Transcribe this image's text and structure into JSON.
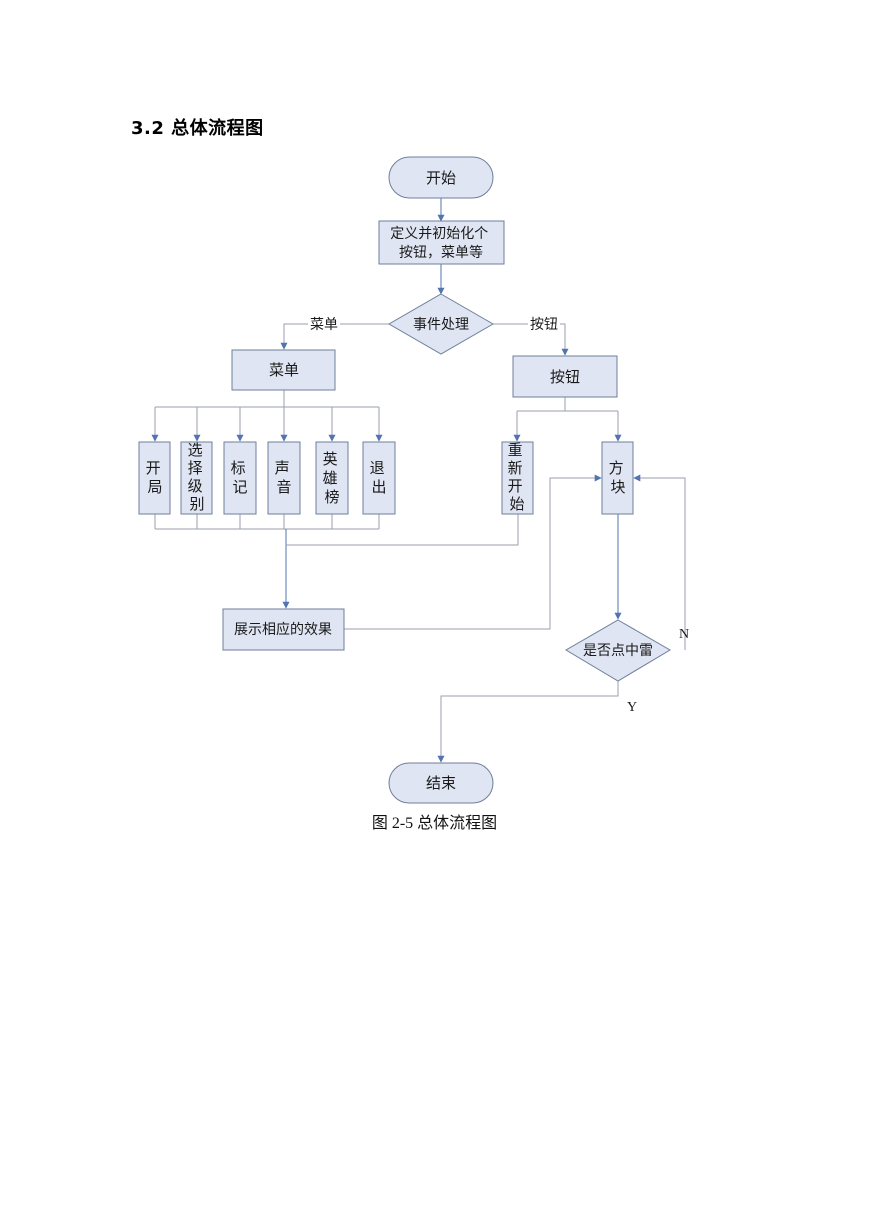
{
  "section_heading": "3.2 总体流程图",
  "caption": "图 2-5  总体流程图",
  "nodes": {
    "start": "开始",
    "init": "定义并初始化个按钮，菜单等",
    "event": "事件处理",
    "menu": "菜单",
    "buttons": "按钮",
    "kaiju": "开局",
    "xuanze": "选择级别",
    "biaoji": "标记",
    "shengyin": "声音",
    "yingxiong": "英雄榜",
    "tuichu": "退出",
    "chongxin": "重新开始",
    "fangkuai": "方块",
    "effect": "展示相应的效果",
    "mine_check": "是否点中雷",
    "end": "结束"
  },
  "edge_labels": {
    "to_menu": "菜单",
    "to_buttons": "按钮",
    "no": "N",
    "yes": "Y"
  },
  "colors": {
    "node_fill": "#dfe5f2",
    "node_stroke": "#6f7f9c",
    "arrow": "#5274b0",
    "line": "#9aa2ae"
  }
}
